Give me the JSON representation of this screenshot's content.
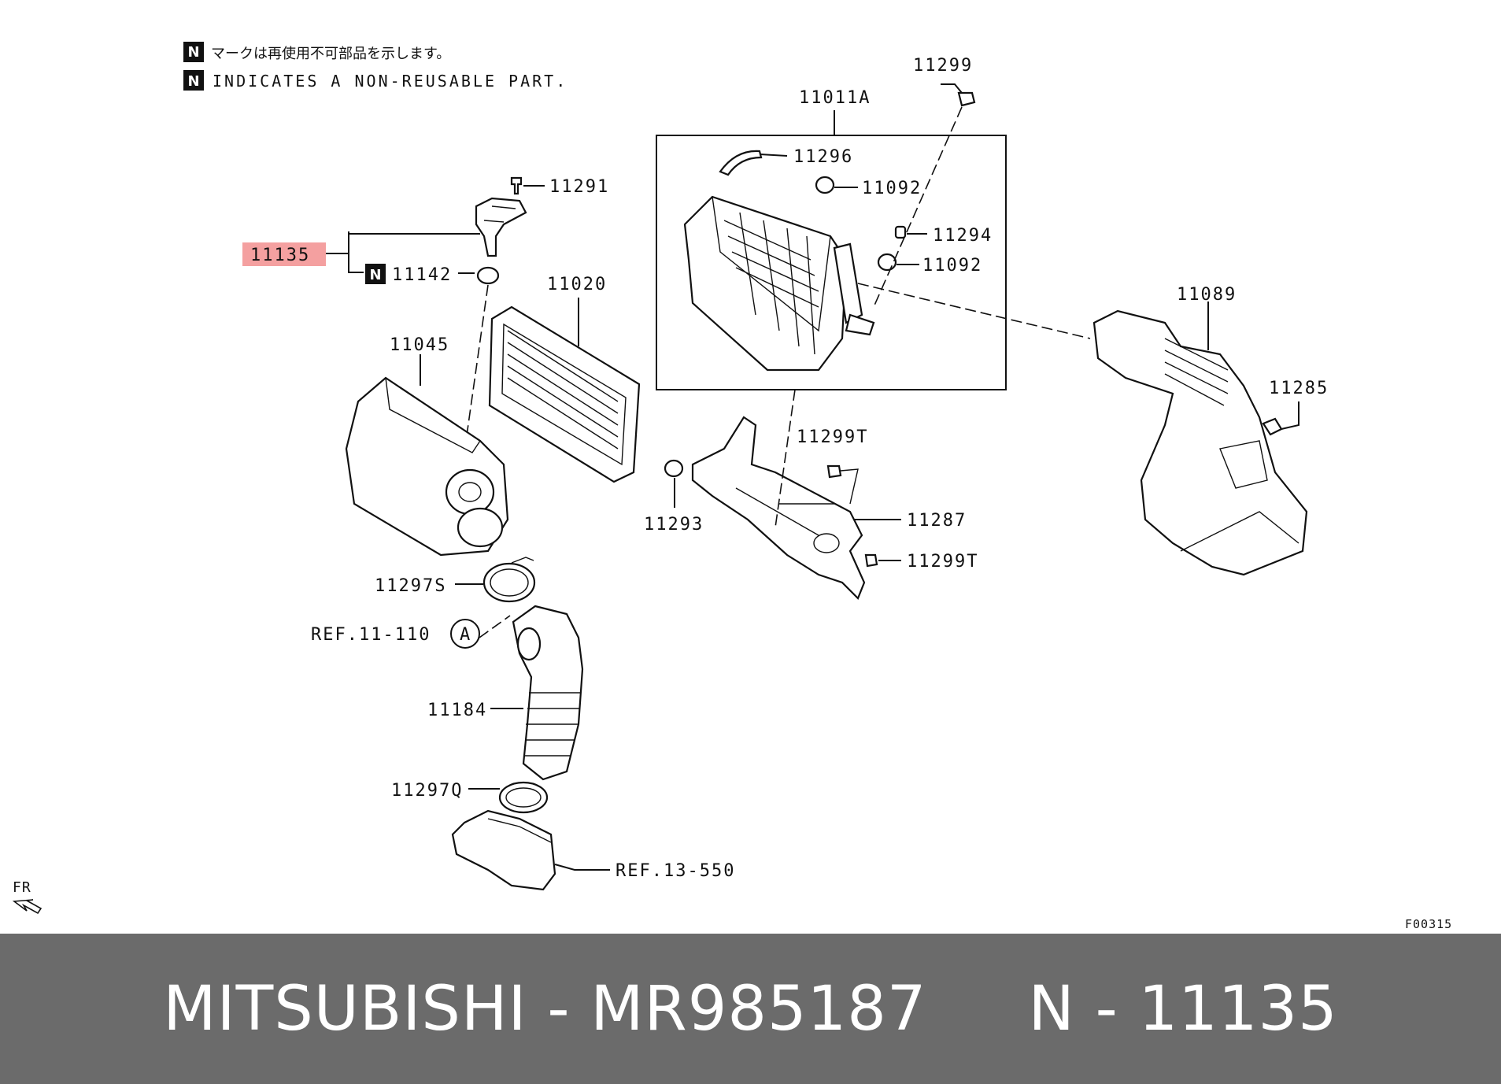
{
  "notes": {
    "jp": "マークは再使用不可部品を示します。",
    "en": "INDICATES A NON-REUSABLE PART.",
    "badge": "N"
  },
  "labels": {
    "p11299": "11299",
    "p11011A": "11011A",
    "p11296": "11296",
    "p11092a": "11092",
    "p11294": "11294",
    "p11092b": "11092",
    "p11291": "11291",
    "p11135": "11135",
    "p11142": "11142",
    "p11020": "11020",
    "p11045": "11045",
    "p11089": "11089",
    "p11285": "11285",
    "p11299Ta": "11299T",
    "p11293": "11293",
    "p11287": "11287",
    "p11299Tb": "11299T",
    "p11297S": "11297S",
    "ref11110": "REF.11-110",
    "refA": "A",
    "p11184": "11184",
    "p11297Q": "11297Q",
    "ref13550": "REF.13-550",
    "fr": "FR",
    "code": "F00315"
  },
  "highlight_color": "#f4a0a0",
  "footer": {
    "text": "MITSUBISHI - MR985187     N - 11135"
  }
}
